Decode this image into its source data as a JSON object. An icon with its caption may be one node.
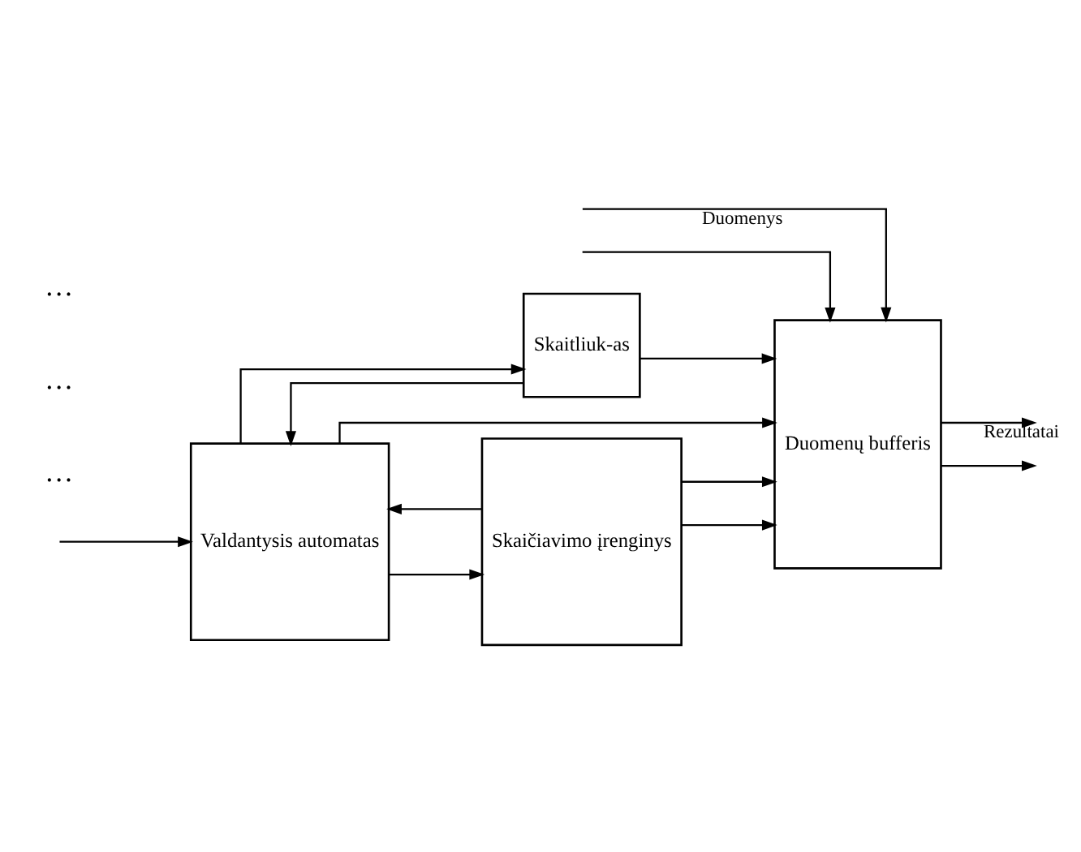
{
  "diagram": {
    "nodes": [
      {
        "text": [
          "Valdantysis automatas"
        ]
      },
      {
        "text": [
          "Skaitliuk-as"
        ]
      },
      {
        "text": [
          "Skaičiavimo įrenginys"
        ]
      },
      {
        "text": [
          "Duomenų bufferis"
        ]
      }
    ],
    "edges": [
      {
        "from": 1,
        "to": 0,
        "arrow": "to"
      },
      {
        "from": 2,
        "to": 0,
        "arrow": "to"
      },
      {
        "from": null,
        "to": 0,
        "arrow": "to"
      },
      {
        "from": 0,
        "to": 1,
        "arrow": "to"
      },
      {
        "from": 0,
        "to": 2,
        "arrow": "to"
      },
      {
        "from": 0,
        "to": 3,
        "arrow": "to"
      },
      {
        "from": 1,
        "to": 3,
        "arrow": "to"
      },
      {
        "from": null,
        "to": 3,
        "arrow": "to",
        "label": "Duomenys"
      },
      {
        "from": null,
        "to": 3,
        "arrow": "to"
      },
      {
        "from": 2,
        "to": 3,
        "arrow": "to"
      },
      {
        "from": 2,
        "to": 3,
        "arrow": "to"
      },
      {
        "from": 3,
        "to": null,
        "arrow": "to",
        "label": "Rezultatai"
      },
      {
        "from": 3,
        "to": null,
        "arrow": "to"
      }
    ],
    "labels": [
      "…",
      "…",
      "…"
    ]
  }
}
